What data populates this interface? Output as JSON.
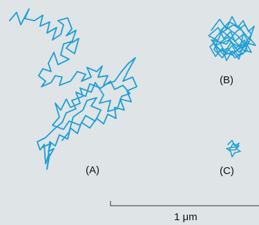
{
  "labels": {
    "a": "(A)",
    "b": "(B)",
    "c": "(C)"
  },
  "scale_bar": {
    "label": "1 μm"
  },
  "colors": {
    "background": "#dfe4e6",
    "trace": "#1f9fd6",
    "scale_bar": "#333333"
  }
}
